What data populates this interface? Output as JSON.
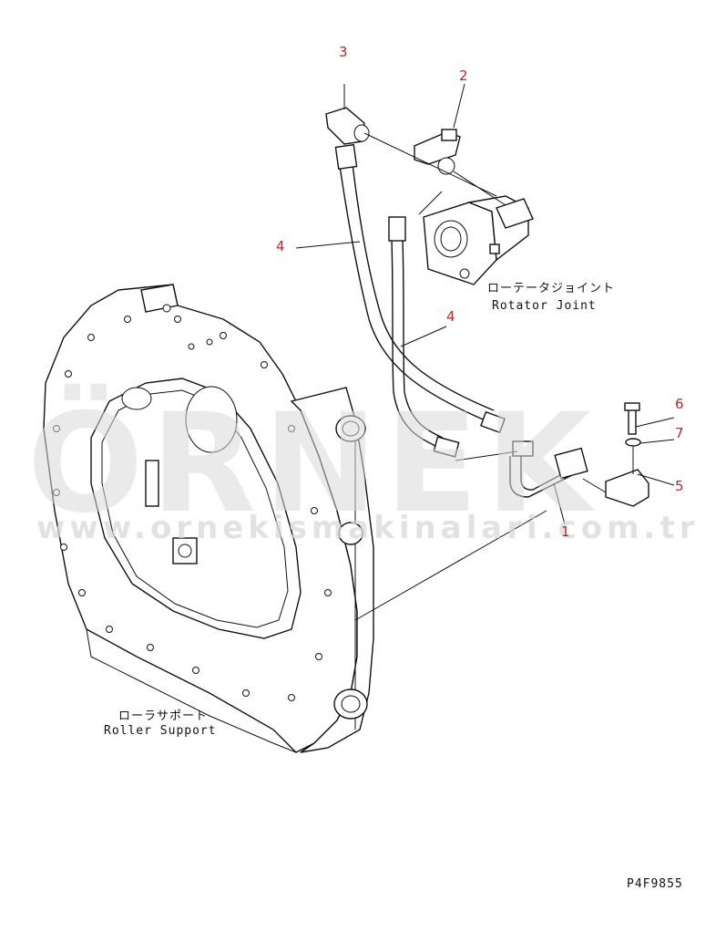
{
  "callouts": [
    {
      "num": "1"
    },
    {
      "num": "2"
    },
    {
      "num": "3"
    },
    {
      "num": "4"
    },
    {
      "num": "4"
    },
    {
      "num": "5"
    },
    {
      "num": "6"
    },
    {
      "num": "7"
    }
  ],
  "labels": {
    "rotator_joint_jp": "ローテータジョイント",
    "rotator_joint_en": "Rotator Joint",
    "roller_support_jp": "ローラサポート",
    "roller_support_en": "Roller Support",
    "drawing_code": "P4F9855"
  },
  "watermark": {
    "brand": "ÖRNEK",
    "url": "www.ornekismakinalari.com.tr"
  },
  "colors": {
    "callout": "#cc2222",
    "line": "#111111",
    "watermark": "#d9d9d9"
  }
}
